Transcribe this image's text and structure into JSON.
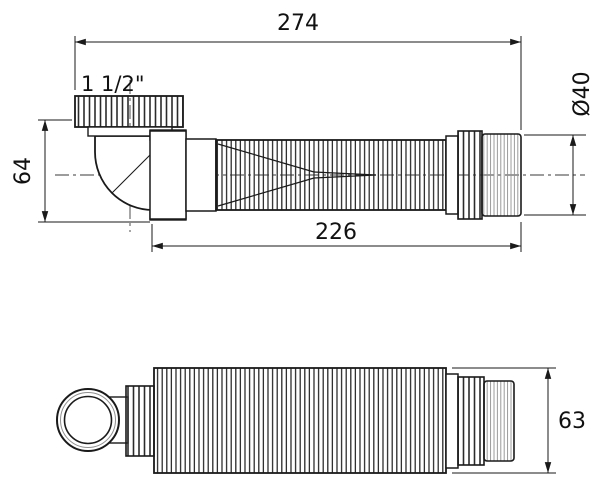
{
  "dims": {
    "overall_length": "274",
    "thread": "1 1/2\"",
    "height": "64",
    "flex_length": "226",
    "outlet_dia": "Ø40",
    "coil_dia": "63"
  },
  "colors": {
    "line": "#1a1a1a",
    "background": "#ffffff"
  }
}
